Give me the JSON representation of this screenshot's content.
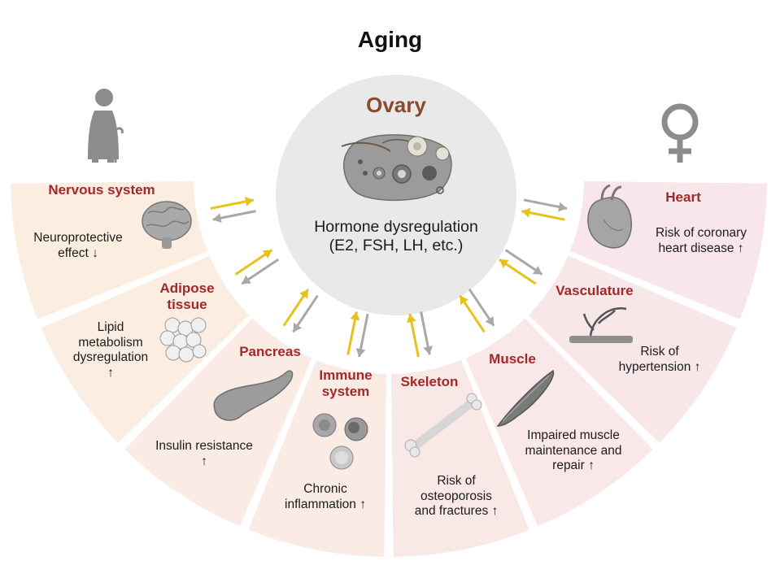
{
  "title": "Aging",
  "center": {
    "title": "Ovary",
    "line1": "Hormone dysregulation",
    "line2": "(E2, FSH, LH, etc.)"
  },
  "organs": [
    {
      "key": "nervous",
      "name": "Nervous system",
      "desc": [
        "Neuroprotective",
        "effect ↓"
      ],
      "icon": "brain-icon"
    },
    {
      "key": "adipose",
      "name": [
        "Adipose",
        "tissue"
      ],
      "desc": [
        "Lipid",
        "metabolism",
        "dysregulation",
        "↑"
      ],
      "icon": "adipose-cells-icon"
    },
    {
      "key": "pancreas",
      "name": "Pancreas",
      "desc": [
        "Insulin resistance",
        "↑"
      ],
      "icon": "pancreas-icon"
    },
    {
      "key": "immune",
      "name": [
        "Immune",
        "system"
      ],
      "desc": [
        "Chronic",
        "inflammation ↑"
      ],
      "icon": "immune-cells-icon"
    },
    {
      "key": "skeleton",
      "name": "Skeleton",
      "desc": [
        "Risk of",
        "osteoporosis",
        "and fractures ↑"
      ],
      "icon": "bone-icon"
    },
    {
      "key": "muscle",
      "name": "Muscle",
      "desc": [
        "Impaired muscle",
        "maintenance and",
        "repair ↑"
      ],
      "icon": "muscle-icon"
    },
    {
      "key": "vasculature",
      "name": "Vasculature",
      "desc": [
        "Risk of",
        "hypertension ↑"
      ],
      "icon": "blood-vessel-icon"
    },
    {
      "key": "heart",
      "name": "Heart",
      "desc": [
        "Risk of coronary",
        "heart disease ↑"
      ],
      "icon": "heart-icon"
    }
  ],
  "icons": {
    "elderly": "elderly-woman-icon",
    "female": "female-symbol-icon",
    "ovary": "ovary-icon"
  },
  "colors": {
    "warm_sector": "#fbeee1",
    "cool_sector": "#f8e6ea",
    "organ_title": "#a3282a",
    "ovary_title": "#8b4a2b",
    "arrow_yellow": "#e6c21a",
    "arrow_gray": "#a8a8a8"
  }
}
